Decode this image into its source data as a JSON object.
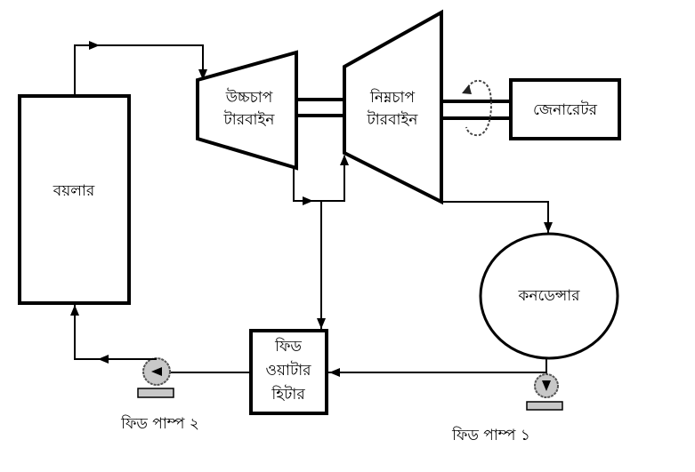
{
  "components": {
    "boiler": "বয়লার",
    "hp_turbine": [
      "উচ্চচাপ",
      "টারবাইন"
    ],
    "lp_turbine": [
      "নিম্নচাপ",
      "টারবাইন"
    ],
    "generator": "জেনারেটর",
    "condenser": "কনডেন্সার",
    "feed_water_heater": [
      "ফিড",
      "ওয়াটার",
      "হিটার"
    ],
    "feed_pump_1": "ফিড পাম্প ১",
    "feed_pump_2": "ফিড পাম্প ২"
  },
  "colors": {
    "line": "#000000",
    "pump_fill": "#c8c8c8"
  }
}
